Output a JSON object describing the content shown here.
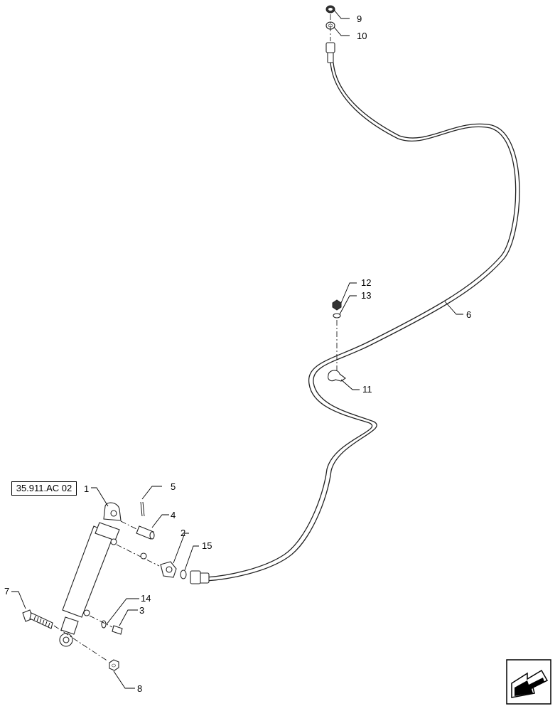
{
  "diagram": {
    "reference_link": "35.911.AC 02",
    "callouts": [
      "1",
      "2",
      "3",
      "4",
      "5",
      "6",
      "7",
      "8",
      "9",
      "10",
      "11",
      "12",
      "13",
      "14",
      "15"
    ]
  },
  "nav_icon": "arrow-down-left-icon"
}
